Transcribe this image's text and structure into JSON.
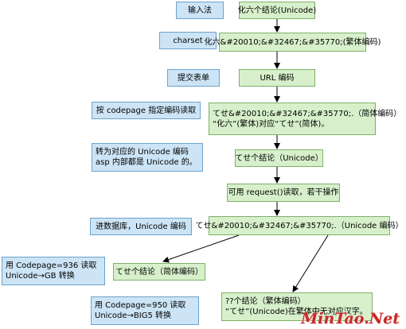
{
  "left_boxes": {
    "input_method": "输入法",
    "charset": "charset",
    "submit_form": "提交表单",
    "codepage_read": "按 codepage 指定编码读取",
    "convert_line1": "转为对应的 Unicode 编码",
    "convert_line2": "asp 内部都是 Unicode 的。",
    "database": "进数据库，Unicode 编码",
    "cp936_line1": "用 Codepage=936 读取",
    "cp936_line2": "Unicode→GB 转换",
    "cp950_line1": "用 Codepage=950 读取",
    "cp950_line2": "Unicode→BIG5 转换"
  },
  "flow_boxes": {
    "step1": "化六个结论(Unicode)",
    "step2": "化六&#20010;&#32467;&#35770;(繁体编码)",
    "step3": "URL 编码",
    "step4_line1": "てせ&#20010;&#32467;&#35770;.（简体编码）",
    "step4_line2": "“化六”(繁体)对应“てせ”(简体)。",
    "step5": "てせ个结论（Unicode）",
    "step6": "可用 request()读取，若干操作",
    "step7": "てせ&#20010;&#32467;&#35770;.（Unicode 编码）",
    "step8": "てせ个结论（简体编码）",
    "step9_line1": "??个结论（繁体编码）",
    "step9_line2": "“てせ”(Unicode)在繁体中无对应汉字。"
  },
  "watermark": "MinTao.Net",
  "colors": {
    "blue_fill": "#cce4f6",
    "green_fill": "#d7f0cb",
    "arrow": "#000000"
  }
}
